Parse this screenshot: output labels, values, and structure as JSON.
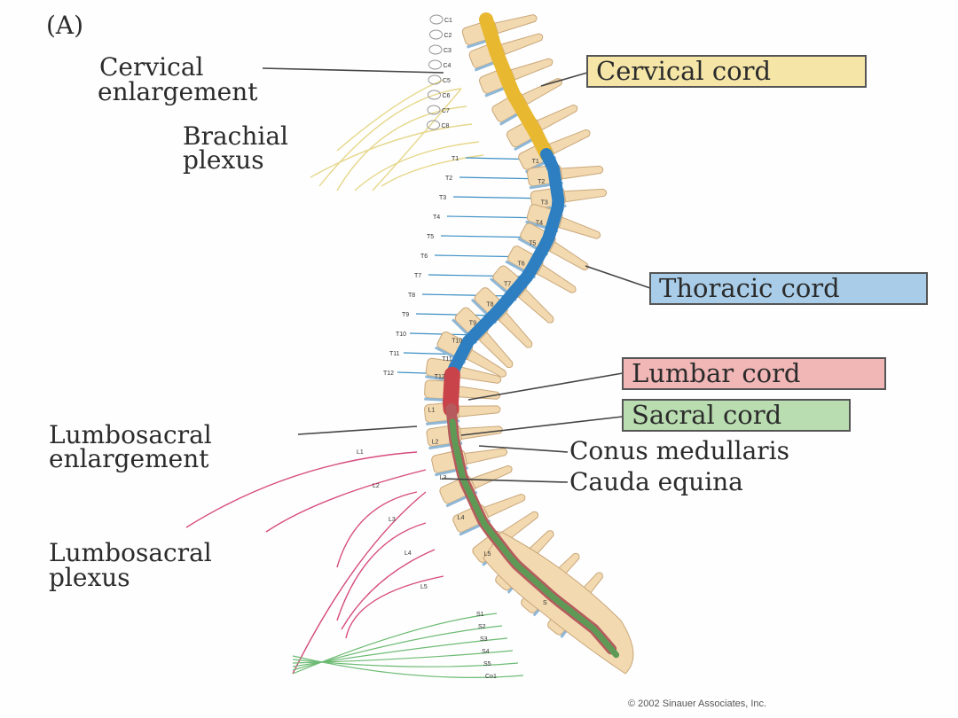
{
  "panel_label": "(A)",
  "labels": {
    "cervical_enlargement": [
      "Cervical",
      "enlargement"
    ],
    "brachial_plexus": [
      "Brachial",
      "plexus"
    ],
    "lumbosacral_enlargement": [
      "Lumbosacral",
      "enlargement"
    ],
    "lumbosacral_plexus": [
      "Lumbosacral",
      "plexus"
    ],
    "conus_medullaris": "Conus medullaris",
    "cauda_equina": "Cauda equina"
  },
  "boxes": {
    "cervical": {
      "text": "Cervical cord",
      "color": "#f5e6a8"
    },
    "thoracic": {
      "text": "Thoracic cord",
      "color": "#a9cde8"
    },
    "lumbar": {
      "text": "Lumbar cord",
      "color": "#f1b6b6"
    },
    "sacral": {
      "text": "Sacral cord",
      "color": "#b9dcb0"
    }
  },
  "nerve_labels": {
    "cervical": [
      "C1",
      "C2",
      "C3",
      "C4",
      "C5",
      "C6",
      "C7",
      "C8"
    ],
    "thoracic": [
      "T1",
      "T2",
      "T3",
      "T4",
      "T5",
      "T6",
      "T7",
      "T8",
      "T9",
      "T10",
      "T11",
      "T12"
    ],
    "lumbar": [
      "L1",
      "L2",
      "L3",
      "L4",
      "L5"
    ],
    "sacral": [
      "S1",
      "S2",
      "S3",
      "S4",
      "S5",
      "Co1"
    ]
  },
  "vertebra_labels": {
    "thoracic": [
      "T1",
      "T2",
      "T3",
      "T4",
      "T5",
      "T6",
      "T7",
      "T8",
      "T9",
      "T10",
      "T11",
      "T12"
    ],
    "lumbar": [
      "L1",
      "L2",
      "L3",
      "L4",
      "L5"
    ],
    "sacrum": "S"
  },
  "credit": "© 2002 Sinauer Associates, Inc.",
  "colors": {
    "bone": "#f2d9b0",
    "cervical_cord": "#e8b830",
    "thoracic_cord": "#2e7fc1",
    "lumbar_cord": "#c8434a",
    "sacral_cord": "#5e9a55",
    "brachial_nerves": "#e6d78a",
    "thoracic_nerves": "#3b8fc4",
    "lumbar_nerves": "#d64b7e",
    "sacral_nerves": "#6dbb73"
  }
}
